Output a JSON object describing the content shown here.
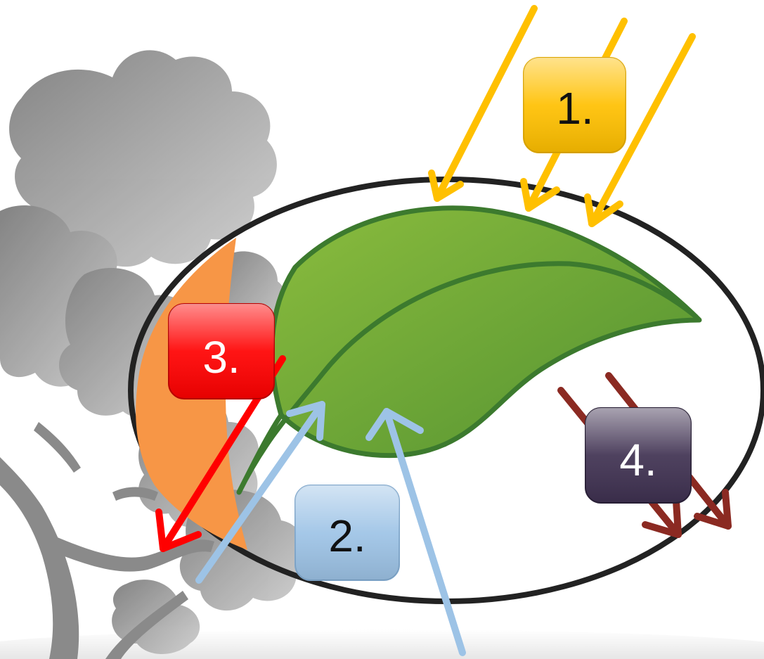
{
  "diagram": {
    "labels": [
      {
        "id": "1",
        "text": "1.",
        "color": "#FFC000",
        "text_color": "#111111"
      },
      {
        "id": "2",
        "text": "2.",
        "color": "#9DC3E6",
        "text_color": "#111111"
      },
      {
        "id": "3",
        "text": "3.",
        "color": "#FF0000",
        "text_color": "#FFFFFF"
      },
      {
        "id": "4",
        "text": "4.",
        "color": "#3F3151",
        "text_color": "#FFFFFF"
      }
    ],
    "colors": {
      "sunlight_arrows": "#FFC000",
      "upward_arrows": "#9DC3E6",
      "red_arrow": "#FF0000",
      "outgoing_arrows": "#8B2A22",
      "ellipse_outline": "#222222",
      "leaf_fill": "#6FA33A",
      "leaf_outline": "#3C7A2E",
      "stem_band": "#F79646",
      "tree": "#9A9A9A"
    },
    "icons": [
      "tree-silhouette",
      "leaf-icon"
    ]
  }
}
